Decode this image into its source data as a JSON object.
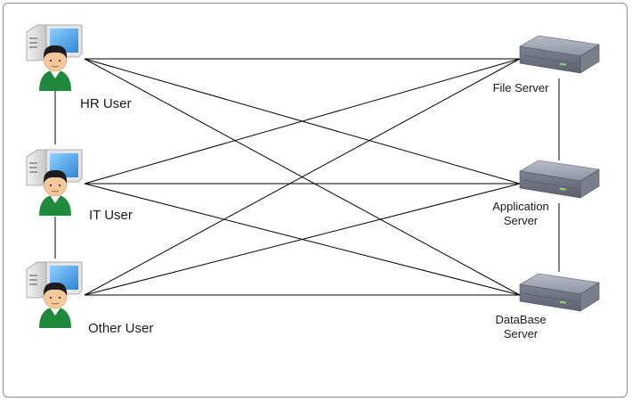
{
  "users": [
    {
      "id": "hr",
      "label": "HR User"
    },
    {
      "id": "it",
      "label": "IT User"
    },
    {
      "id": "other",
      "label": "Other User"
    }
  ],
  "servers": [
    {
      "id": "file",
      "label_lines": [
        "File Server"
      ]
    },
    {
      "id": "app",
      "label_lines": [
        "Application",
        "Server"
      ]
    },
    {
      "id": "db",
      "label_lines": [
        "DataBase",
        "Server"
      ]
    }
  ],
  "connections": [
    [
      "hr",
      "it"
    ],
    [
      "it",
      "other"
    ],
    [
      "file",
      "app"
    ],
    [
      "app",
      "db"
    ],
    [
      "hr",
      "file"
    ],
    [
      "hr",
      "app"
    ],
    [
      "hr",
      "db"
    ],
    [
      "it",
      "file"
    ],
    [
      "it",
      "app"
    ],
    [
      "it",
      "db"
    ],
    [
      "other",
      "file"
    ],
    [
      "other",
      "app"
    ],
    [
      "other",
      "db"
    ]
  ],
  "colors": {
    "line": "#000000",
    "frame": "#8c8c8c",
    "person_shirt": "#1f8a3b",
    "person_face": "#f6c89a",
    "person_hair": "#1c1c1c",
    "monitor_screen": "#4aa3e8",
    "computer_body": "#d9d9d9",
    "server_top": "#9aa0ad",
    "server_front": "#6f7482"
  },
  "icons": {
    "user": "user-computer-icon",
    "server": "rack-server-icon"
  }
}
